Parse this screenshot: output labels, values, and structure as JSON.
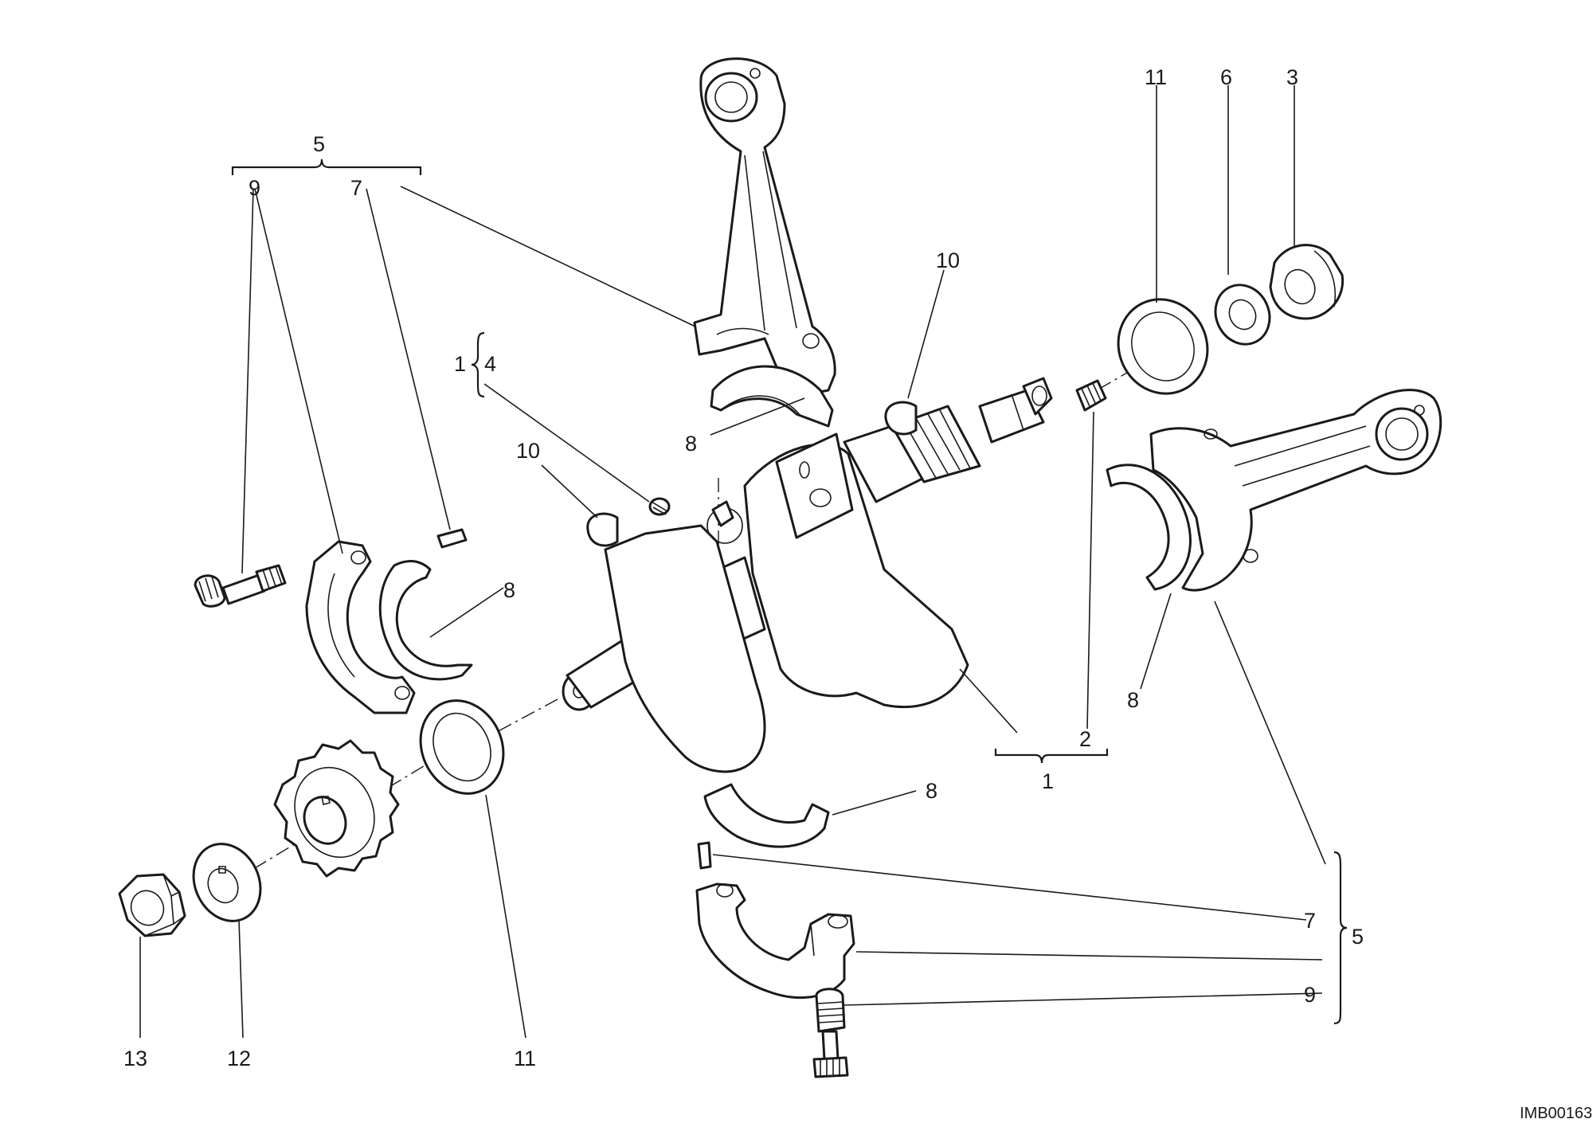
{
  "drawing_code": "IMB00163",
  "callouts": {
    "c1": "1",
    "c2": "2",
    "c3": "3",
    "c4": "4",
    "c5": "5",
    "c6": "6",
    "c7": "7",
    "c8": "8",
    "c9": "9",
    "c10": "10",
    "c11": "11",
    "c12": "12",
    "c13": "13"
  }
}
